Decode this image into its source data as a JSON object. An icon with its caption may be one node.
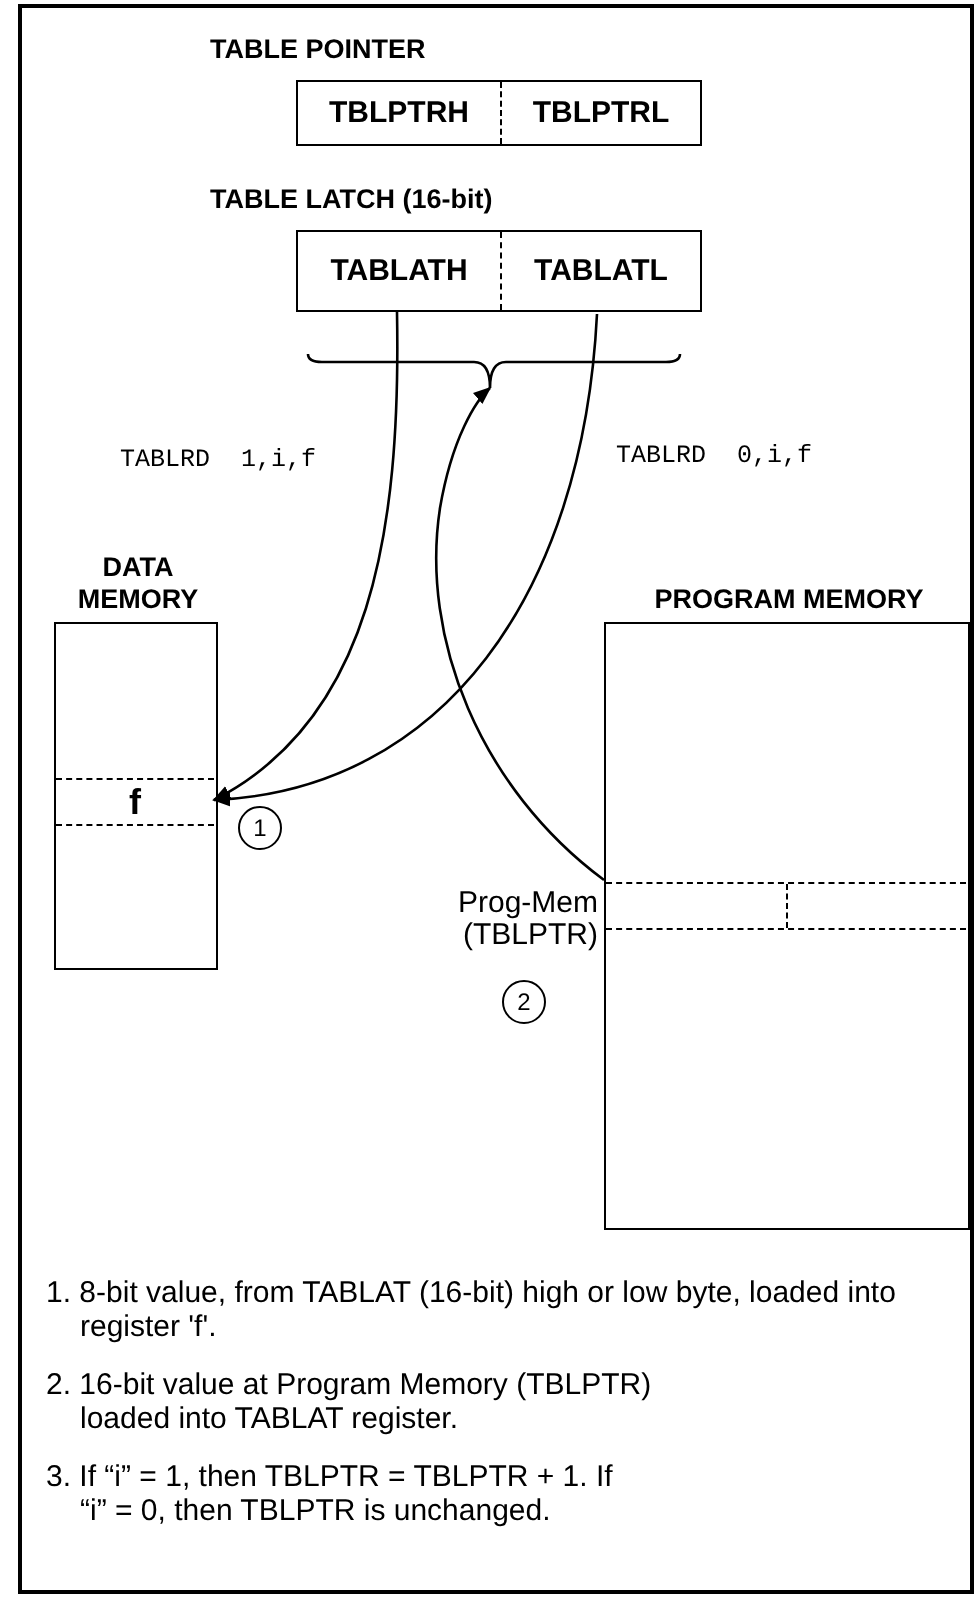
{
  "diagram": {
    "nodes": [
      {
        "text": [
          "TABLE POINTER"
        ]
      },
      {
        "text": [
          "TBLPTRH"
        ],
        "in": 0
      },
      {
        "text": [
          "TBLPTRL"
        ],
        "in": 0
      },
      {
        "text": [
          "TABLE LATCH (16-bit)"
        ]
      },
      {
        "text": [
          "TABLATH"
        ],
        "in": 3
      },
      {
        "text": [
          "TABLATL"
        ],
        "in": 3
      },
      {
        "text": [],
        "shape": "brace"
      },
      {
        "text": [
          "DATA MEMORY"
        ]
      },
      {
        "text": [
          "f"
        ],
        "in": 7
      },
      {
        "text": [
          "PROGRAM MEMORY"
        ]
      },
      {
        "text": [],
        "shape": "box",
        "in": 9,
        "beside": [
          "Prog-Mem (TBLPTR)"
        ]
      }
    ],
    "edges": [
      {
        "from": 4,
        "to": 8,
        "arrow": "to",
        "label": "TABLRD 1,i,f"
      },
      {
        "from": 5,
        "to": 8,
        "arrow": "to",
        "label": "TABLRD 0,i,f"
      },
      {
        "from": 10,
        "to": 6,
        "arrow": "to"
      }
    ],
    "labels": [
      "1",
      "2",
      "1. 8-bit value, from TABLAT (16-bit) high or low byte, loaded into register 'f'.",
      "2. 16-bit value at Program Memory (TBLPTR) loaded into TABLAT register.",
      "3. If “i” = 1, then TBLPTR = TBLPTR + 1. If “i” = 0, then TBLPTR is unchanged."
    ]
  }
}
